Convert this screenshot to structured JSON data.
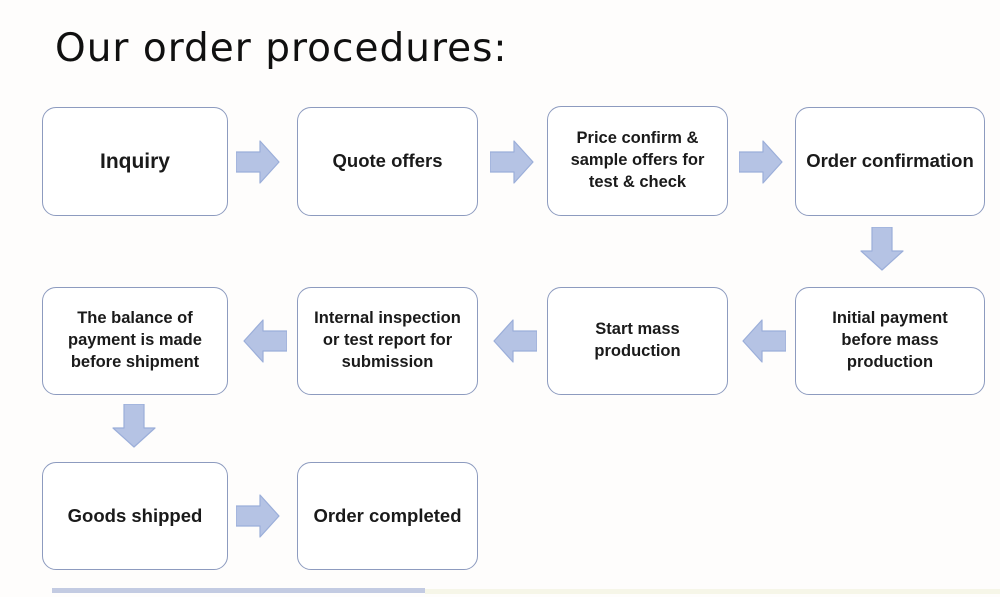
{
  "title": "Our order procedures:",
  "colors": {
    "box_border": "#8d9bbf",
    "box_fill": "#ffffff",
    "arrow_fill": "#b5c3e4",
    "arrow_stroke": "#9baed9",
    "text": "#1a1a1a",
    "bottom_bar_blue": "#c3cbe2",
    "bottom_bar_cream": "#f6f6e8",
    "bg": "#fefdfc"
  },
  "nodes": [
    {
      "id": 1,
      "label": "Inquiry"
    },
    {
      "id": 2,
      "label": "Quote offers"
    },
    {
      "id": 3,
      "label": "Price confirm &\nsample offers for\ntest & check"
    },
    {
      "id": 4,
      "label": "Order confirmation"
    },
    {
      "id": 5,
      "label": "Initial payment\nbefore mass\nproduction"
    },
    {
      "id": 6,
      "label": "Start mass\nproduction"
    },
    {
      "id": 7,
      "label": "Internal inspection\nor test report for\nsubmission"
    },
    {
      "id": 8,
      "label": "The balance of\npayment is made\nbefore shipment"
    },
    {
      "id": 9,
      "label": "Goods shipped"
    },
    {
      "id": 10,
      "label": "Order completed"
    }
  ],
  "arrows": [
    {
      "from": "Inquiry",
      "to": "Quote offers",
      "direction": "right"
    },
    {
      "from": "Quote offers",
      "to": "Price confirm & sample offers for test & check",
      "direction": "right"
    },
    {
      "from": "Price confirm & sample offers for test & check",
      "to": "Order confirmation",
      "direction": "right"
    },
    {
      "from": "Order confirmation",
      "to": "Initial payment before mass production",
      "direction": "down"
    },
    {
      "from": "Initial payment before mass production",
      "to": "Start mass production",
      "direction": "left"
    },
    {
      "from": "Start mass production",
      "to": "Internal inspection or test report for submission",
      "direction": "left"
    },
    {
      "from": "Internal inspection or test report for submission",
      "to": "The balance of payment is made before shipment",
      "direction": "left"
    },
    {
      "from": "The balance of payment is made before shipment",
      "to": "Goods shipped",
      "direction": "down"
    },
    {
      "from": "Goods shipped",
      "to": "Order completed",
      "direction": "right"
    }
  ]
}
